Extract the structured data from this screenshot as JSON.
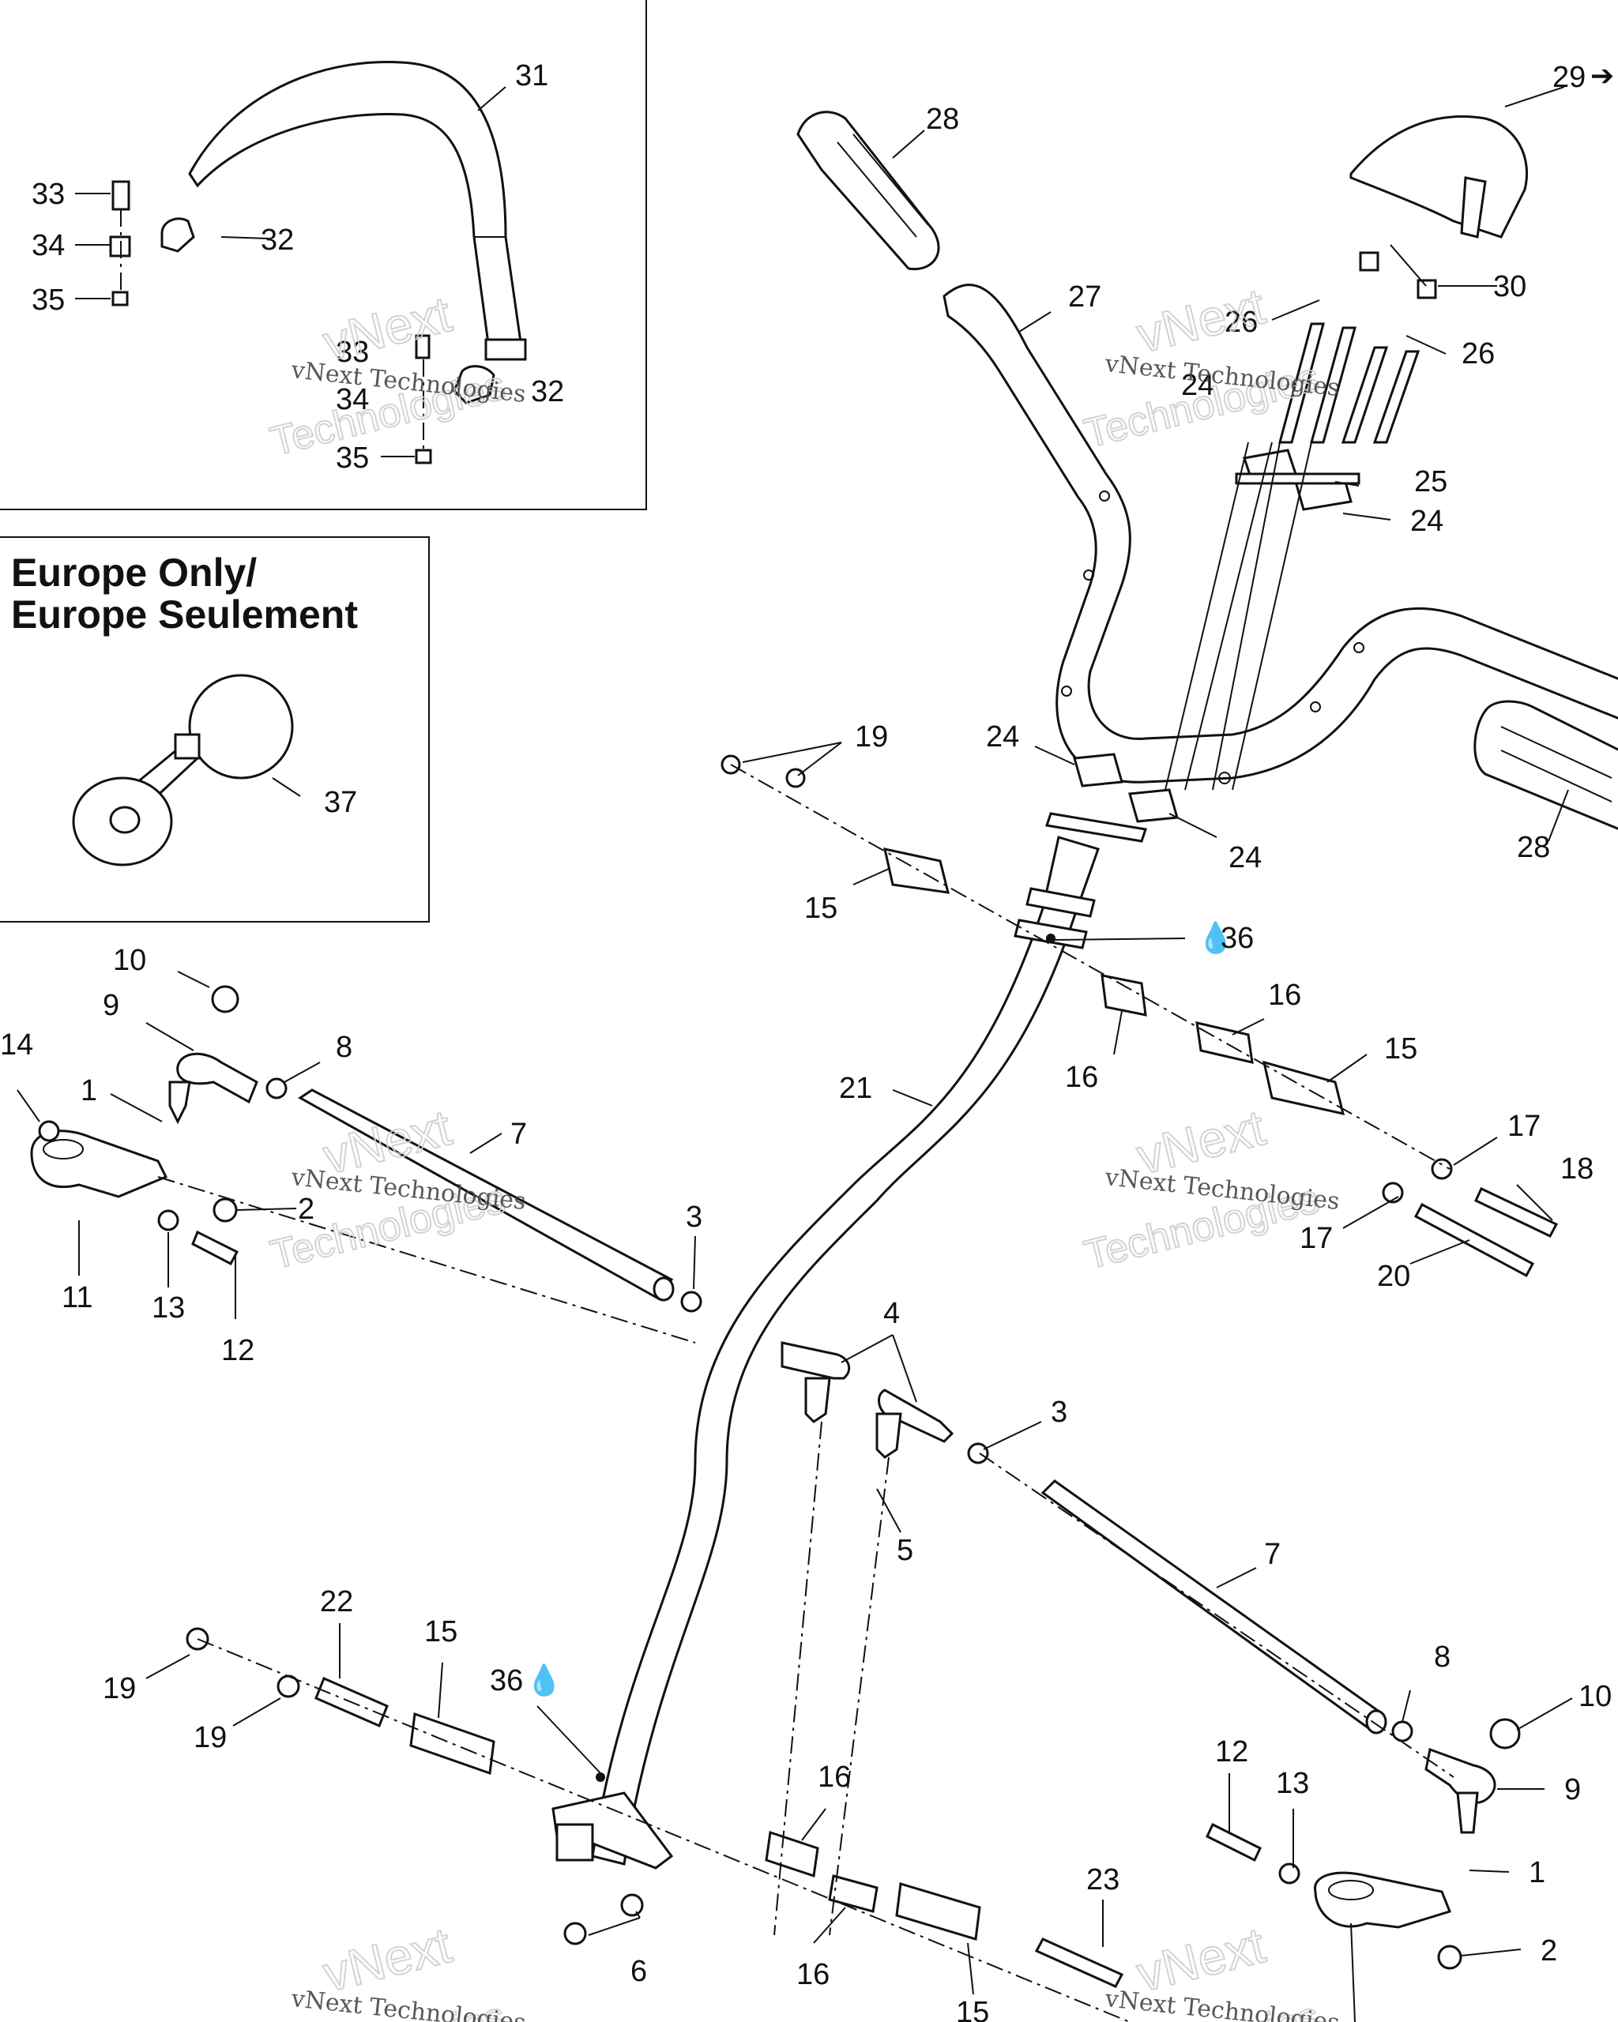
{
  "inset_europe": {
    "title_line1": "Europe Only/",
    "title_line2": "Europe Seulement"
  },
  "watermark": {
    "line1": "vNext Technologies",
    "line2": "vNext",
    "line3": "Technologies"
  },
  "callouts": {
    "c31": "31",
    "c33a": "33",
    "c34a": "34",
    "c35a": "35",
    "c32a": "32",
    "c33b": "33",
    "c34b": "34",
    "c32b": "32",
    "c35b": "35",
    "c28a": "28",
    "c29": "29",
    "c30": "30",
    "c27": "27",
    "c26a": "26",
    "c26b": "26",
    "c24a": "24",
    "c25": "25",
    "c24b": "24",
    "c24c": "24",
    "c24d": "24",
    "c28b": "28",
    "c37": "37",
    "c19a": "19",
    "c15a": "15",
    "c36a": "36",
    "c10a": "10",
    "c9a": "9",
    "c8a": "8",
    "c14": "14",
    "c1a": "1",
    "c16a": "16",
    "c16b": "16",
    "c15b": "15",
    "c21": "21",
    "c7a": "7",
    "c2a": "2",
    "c17a": "17",
    "c18": "18",
    "c17b": "17",
    "c20": "20",
    "c3a": "3",
    "c11": "11",
    "c13a": "13",
    "c12a": "12",
    "c4": "4",
    "c3b": "3",
    "c5": "5",
    "c7b": "7",
    "c22": "22",
    "c15c": "15",
    "c19b": "19",
    "c19c": "19",
    "c36b": "36",
    "c8b": "8",
    "c10b": "10",
    "c12b": "12",
    "c13b": "13",
    "c9b": "9",
    "c16c": "16",
    "c1b": "1",
    "c23": "23",
    "c2b": "2",
    "c6": "6",
    "c16d": "16",
    "c15d": "15"
  }
}
